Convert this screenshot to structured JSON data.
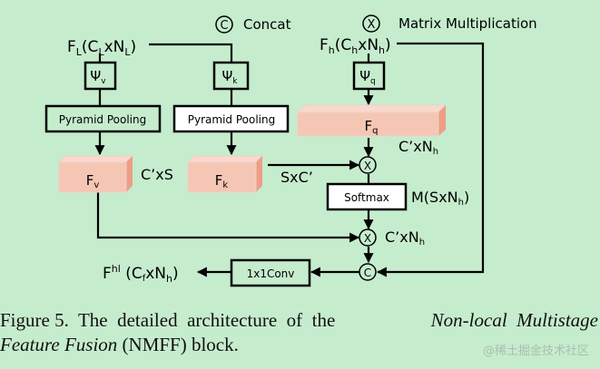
{
  "legend": {
    "concat_symbol": "C",
    "concat_label": "Concat",
    "matmul_symbol": "X",
    "matmul_label": "Matrix Multiplication"
  },
  "inputs": {
    "low": {
      "base": "F",
      "sub": "L",
      "open": "(C",
      "sub2": "L",
      "mid": "xN",
      "sub3": "L",
      "close": ")"
    },
    "high": {
      "base": "F",
      "sub": "h",
      "open": "(C",
      "sub2": "h",
      "mid": "xN",
      "sub3": "h",
      "close": ")"
    }
  },
  "psi_blocks": [
    {
      "symbol": "Ψ",
      "sub": "v"
    },
    {
      "symbol": "Ψ",
      "sub": "k"
    },
    {
      "symbol": "Ψ",
      "sub": "q"
    }
  ],
  "pooling_blocks": [
    {
      "label": "Pyramid Pooling"
    },
    {
      "label": "Pyramid Pooling"
    }
  ],
  "feature_blocks": [
    {
      "base": "F",
      "sub": "v"
    },
    {
      "base": "F",
      "sub": "k"
    },
    {
      "base": "F",
      "sub": "q"
    }
  ],
  "dims": {
    "fv": "C’xS",
    "fk": "SxC’",
    "fq_main": "C’xN",
    "fq_sub": "h",
    "m_main": "M(SxN",
    "m_sub": "h",
    "m_close": ")",
    "out_main": "C’xN",
    "out_sub": "h"
  },
  "softmax_label": "Softmax",
  "conv_label": "1x1Conv",
  "output": {
    "base": "F",
    "sup": "hl",
    "open": " (C",
    "sub": "f",
    "mid": "xN",
    "sub2": "h",
    "close": ")"
  },
  "caption": {
    "prefix": "Figure 5.  The  detailed  architecture  of  the",
    "italic1": "Non-local  Multistage",
    "italic2": "Feature Fusion",
    "suffix": " (NMFF) block."
  },
  "watermark": "@稀土掘金技术社区",
  "colors": {
    "background": "#c6ecce",
    "feature_front": "#f6c6b4",
    "feature_top": "#fad8cb",
    "feature_side": "#ee9e86",
    "pooling_v_fill": "#c6ecce",
    "pooling_k_fill": "#ffffff",
    "line": "#000000"
  }
}
